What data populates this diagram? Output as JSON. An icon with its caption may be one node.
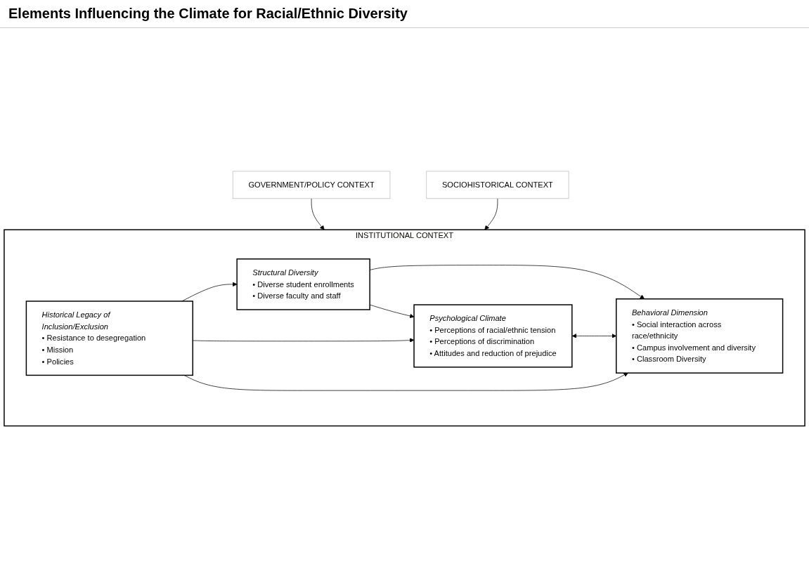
{
  "diagram": {
    "title": "Elements Influencing the Climate for Racial/Ethnic Diversity",
    "nodes": [
      {
        "text": [
          "GOVERNMENT/POLICY CONTEXT"
        ]
      },
      {
        "text": [
          "SOCIOHISTORICAL CONTEXT"
        ]
      },
      {
        "text": [
          "INSTITUTIONAL CONTEXT"
        ]
      },
      {
        "text": [
          "Historical Legacy of Inclusion/Exclusion",
          "• Resistance to desegregation",
          "• Mission",
          "• Policies"
        ],
        "in": 2
      },
      {
        "text": [
          "Structural Diversity",
          "• Diverse student enrollments",
          "• Diverse faculty and staff"
        ],
        "in": 2
      },
      {
        "text": [
          "Psychological Climate",
          "• Perceptions of racial/ethnic tension",
          "• Perceptions of discrimination",
          "• Attitudes and reduction of prejudice"
        ],
        "in": 2
      },
      {
        "text": [
          "Behavioral Dimension",
          "• Social interaction across race/ethnicity",
          "• Campus involvement and diversity",
          "• Classroom Diversity"
        ],
        "in": 2
      }
    ],
    "edges": [
      {
        "from": 0,
        "to": 2,
        "arrow": "to"
      },
      {
        "from": 1,
        "to": 2,
        "arrow": "to"
      },
      {
        "from": 3,
        "to": 4,
        "arrow": "to"
      },
      {
        "from": 3,
        "to": 5,
        "arrow": "to"
      },
      {
        "from": 4,
        "to": 6,
        "arrow": "to"
      },
      {
        "from": 3,
        "to": 6,
        "arrow": "to"
      },
      {
        "from": 4,
        "to": 5,
        "arrow": "to"
      },
      {
        "from": 5,
        "to": 6,
        "arrow": "both"
      }
    ]
  }
}
